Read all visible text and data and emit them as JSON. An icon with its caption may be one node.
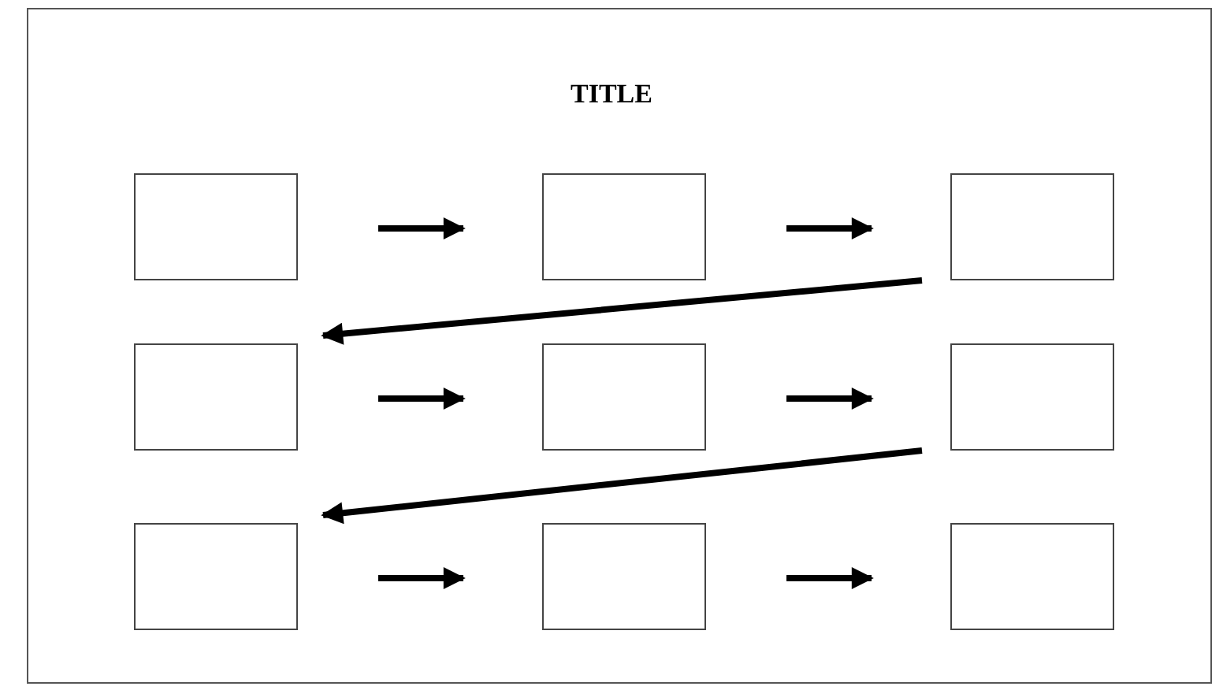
{
  "diagram": {
    "title": "TITLE",
    "nodes": [
      {
        "text": [],
        "shape": "box"
      },
      {
        "text": [],
        "shape": "box"
      },
      {
        "text": [],
        "shape": "box"
      },
      {
        "text": [],
        "shape": "box"
      },
      {
        "text": [],
        "shape": "box"
      },
      {
        "text": [],
        "shape": "box"
      },
      {
        "text": [],
        "shape": "box"
      },
      {
        "text": [],
        "shape": "box"
      },
      {
        "text": [],
        "shape": "box"
      }
    ],
    "edges": [
      {
        "from": 0,
        "to": 1,
        "arrow": "to"
      },
      {
        "from": 1,
        "to": 2,
        "arrow": "to"
      },
      {
        "from": 2,
        "to": 3,
        "arrow": "to"
      },
      {
        "from": 3,
        "to": 4,
        "arrow": "to"
      },
      {
        "from": 4,
        "to": 5,
        "arrow": "to"
      },
      {
        "from": 5,
        "to": 6,
        "arrow": "to"
      },
      {
        "from": 6,
        "to": 7,
        "arrow": "to"
      },
      {
        "from": 7,
        "to": 8,
        "arrow": "to"
      }
    ]
  }
}
